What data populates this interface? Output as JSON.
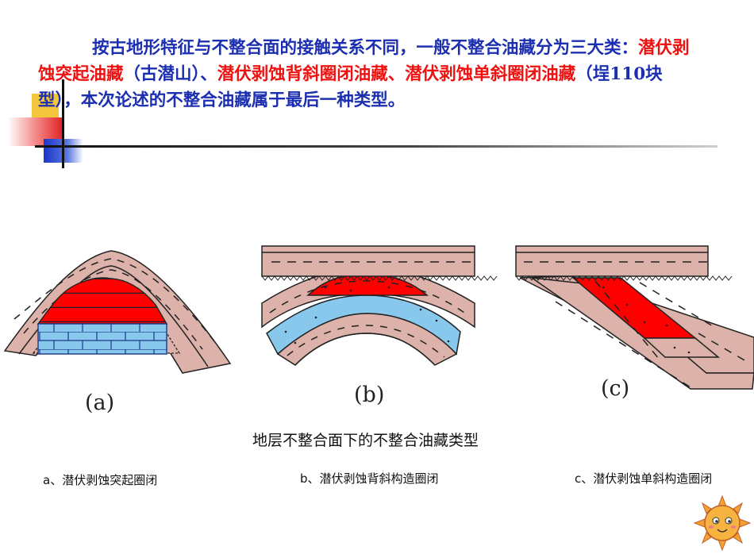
{
  "intro": {
    "seg1": "按古地形特征与不整合面的接触关系不同，一般不整合油藏分为三大类：",
    "seg2": "潜伏剥蚀突起油藏",
    "seg3": "（古潜山）、",
    "seg4": "潜伏剥蚀背斜圈闭油藏、潜伏剥蚀单斜圈闭油藏",
    "seg5": "（埕110块型），本次论述的不整合油藏属于最后一种类型。"
  },
  "figure": {
    "title": "地层不整合面下的不整合油藏类型",
    "panels": [
      {
        "label": "(a)",
        "caption": "a、潜伏剥蚀突起圈闭"
      },
      {
        "label": "(b)",
        "caption": "b、潜伏剥蚀背斜构造圈闭"
      },
      {
        "label": "(c)",
        "caption": "c、潜伏剥蚀单斜构造圈闭"
      }
    ]
  },
  "colors": {
    "text_blue": "#1b2fb0",
    "highlight_red": "#ef1010",
    "strata_pink": "#dcb2ab",
    "oil_red": "#ff0000",
    "water_blue": "#87c8ec",
    "sun_orange": "#f5a030"
  },
  "icons": {
    "corner": "sun-mascot-icon"
  }
}
